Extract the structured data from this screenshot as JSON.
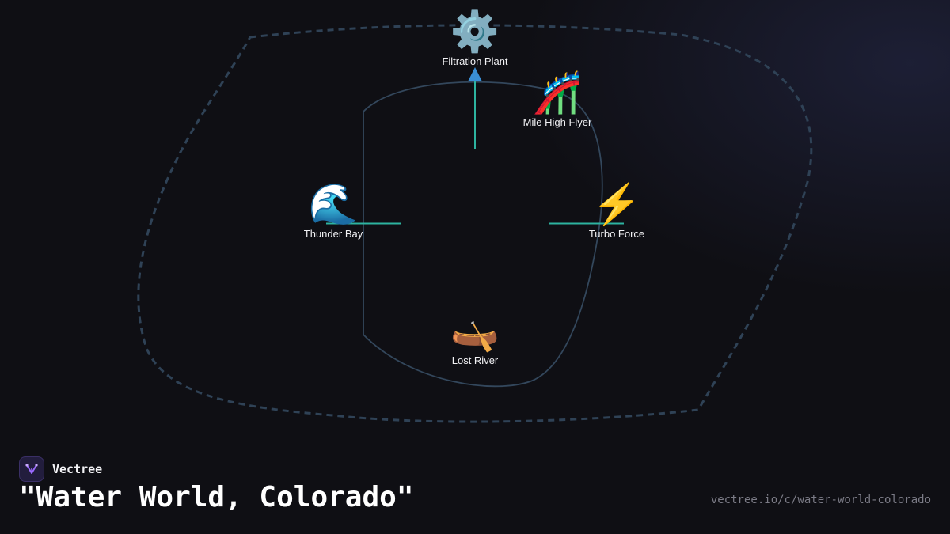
{
  "diagram": {
    "title": "\"Water World, Colorado\"",
    "nodes": [
      {
        "id": "filtration-plant",
        "label": "Filtration Plant",
        "icon": "gear-icon",
        "emoji": "⚙️"
      },
      {
        "id": "mile-high-flyer",
        "label": "Mile High Flyer",
        "icon": "roller-coaster-icon",
        "emoji": "🎢"
      },
      {
        "id": "thunder-bay",
        "label": "Thunder Bay",
        "icon": "wave-icon",
        "emoji": "🌊"
      },
      {
        "id": "turbo-force",
        "label": "Turbo Force",
        "icon": "lightning-icon",
        "emoji": "⚡"
      },
      {
        "id": "lost-river",
        "label": "Lost River",
        "icon": "canoe-icon",
        "emoji": "🛶"
      }
    ],
    "edges": [
      {
        "from": "park-center",
        "to": "filtration-plant",
        "arrow": true
      }
    ]
  },
  "brand": {
    "name": "Vectree",
    "url": "vectree.io/c/water-world-colorado"
  },
  "colors": {
    "background": "#0f0f14",
    "boundary": "#2f4256",
    "connector": "#2db3a0",
    "arrow": "#3a8fd6",
    "brand_purple": "#9b6bff"
  }
}
